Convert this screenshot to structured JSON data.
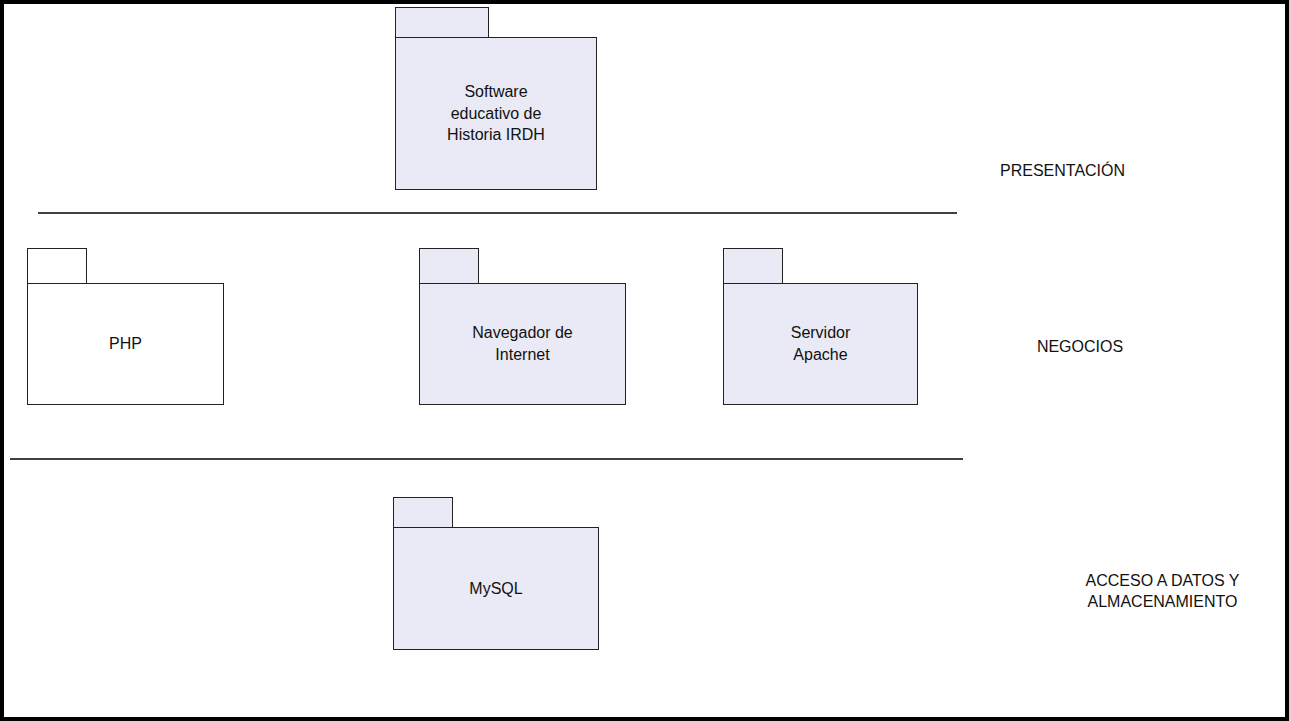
{
  "diagram": {
    "nodes": [
      {
        "text": [
          "Software educativo de Historia IRDH"
        ]
      },
      {
        "text": [
          "PHP"
        ]
      },
      {
        "text": [
          "Navegador de Internet"
        ]
      },
      {
        "text": [
          "Servidor Apache"
        ]
      },
      {
        "text": [
          "MySQL"
        ]
      }
    ],
    "edges": [],
    "labels": [
      "PRESENTACIÓN",
      "NEGOCIOS",
      "ACCESO A DATOS Y ALMACENAMIENTO"
    ]
  }
}
